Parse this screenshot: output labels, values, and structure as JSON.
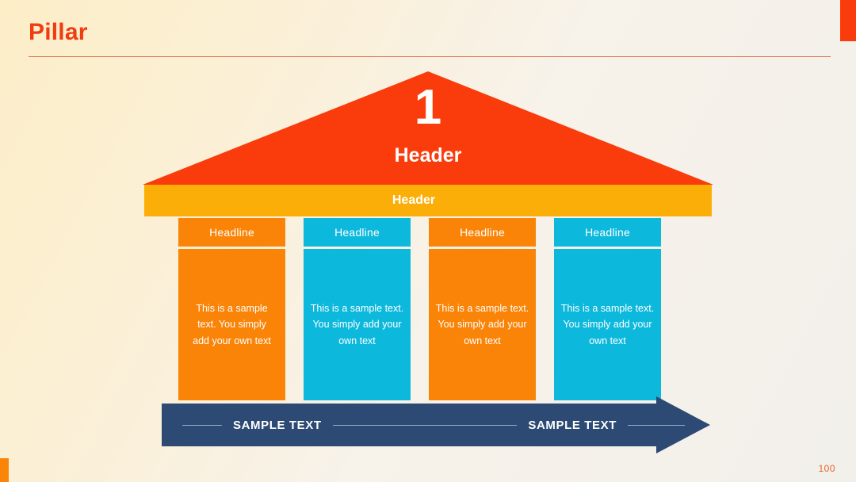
{
  "slide": {
    "title": "Pillar",
    "page_number": "100",
    "accent_red": "#f03c10",
    "accent_orange": "#f98407",
    "accent_cyan": "#0cb8dc",
    "accent_yellow": "#fcae08",
    "accent_navy": "#2c4a73",
    "background": "#faf0dc"
  },
  "roof": {
    "number": "1",
    "header": "Header",
    "color": "#fa3c0c"
  },
  "beam": {
    "label": "Header",
    "color": "#fcae08"
  },
  "columns": [
    {
      "headline": "Headline",
      "body": "This is a sample text. You simply add your own text",
      "color": "#f98407"
    },
    {
      "headline": "Headline",
      "body": "This is a sample text. You simply add your own text",
      "color": "#0cb8dc"
    },
    {
      "headline": "Headline",
      "body": "This is a sample text. You simply add your own text",
      "color": "#f98407"
    },
    {
      "headline": "Headline",
      "body": "This is a sample text. You simply add your own text",
      "color": "#0cb8dc"
    }
  ],
  "arrow_banner": {
    "label_left": "SAMPLE TEXT",
    "label_right": "SAMPLE TEXT",
    "color": "#2c4a73"
  }
}
